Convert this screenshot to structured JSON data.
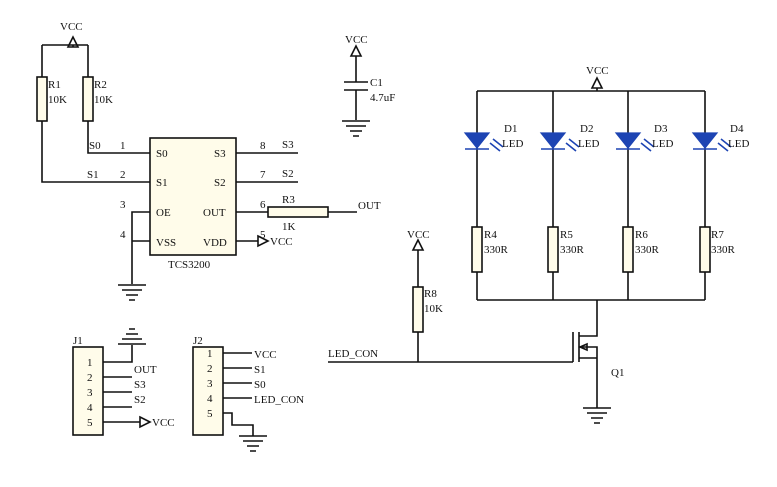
{
  "power": {
    "vcc": "VCC"
  },
  "resistors": {
    "r1": {
      "ref": "R1",
      "value": "10K"
    },
    "r2": {
      "ref": "R2",
      "value": "10K"
    },
    "r3": {
      "ref": "R3",
      "value": "1K"
    },
    "r4": {
      "ref": "R4",
      "value": "330R"
    },
    "r5": {
      "ref": "R5",
      "value": "330R"
    },
    "r6": {
      "ref": "R6",
      "value": "330R"
    },
    "r7": {
      "ref": "R7",
      "value": "330R"
    },
    "r8": {
      "ref": "R8",
      "value": "10K"
    }
  },
  "capacitor": {
    "ref": "C1",
    "value": "4.7uF"
  },
  "ic": {
    "name": "TCS3200",
    "left_pins": [
      {
        "num": "1",
        "name": "S0"
      },
      {
        "num": "2",
        "name": "S1"
      },
      {
        "num": "3",
        "name": "OE"
      },
      {
        "num": "4",
        "name": "VSS"
      }
    ],
    "right_pins": [
      {
        "num": "8",
        "name": "S3"
      },
      {
        "num": "7",
        "name": "S2"
      },
      {
        "num": "6",
        "name": "OUT"
      },
      {
        "num": "5",
        "name": "VDD"
      }
    ]
  },
  "nets": {
    "s0": "S0",
    "s1": "S1",
    "s2": "S2",
    "s3": "S3",
    "out": "OUT",
    "led_con": "LED_CON"
  },
  "leds": [
    {
      "ref": "D1",
      "value": "LED"
    },
    {
      "ref": "D2",
      "value": "LED"
    },
    {
      "ref": "D3",
      "value": "LED"
    },
    {
      "ref": "D4",
      "value": "LED"
    }
  ],
  "transistor": {
    "ref": "Q1"
  },
  "j1": {
    "ref": "J1",
    "pins": [
      {
        "num": "1",
        "label": ""
      },
      {
        "num": "2",
        "label": "OUT"
      },
      {
        "num": "3",
        "label": "S3"
      },
      {
        "num": "4",
        "label": "S2"
      },
      {
        "num": "5",
        "label": "VCC"
      }
    ]
  },
  "j2": {
    "ref": "J2",
    "pins": [
      {
        "num": "1",
        "label": "VCC"
      },
      {
        "num": "2",
        "label": "S1"
      },
      {
        "num": "3",
        "label": "S0"
      },
      {
        "num": "4",
        "label": "LED_CON"
      },
      {
        "num": "5",
        "label": ""
      }
    ]
  }
}
